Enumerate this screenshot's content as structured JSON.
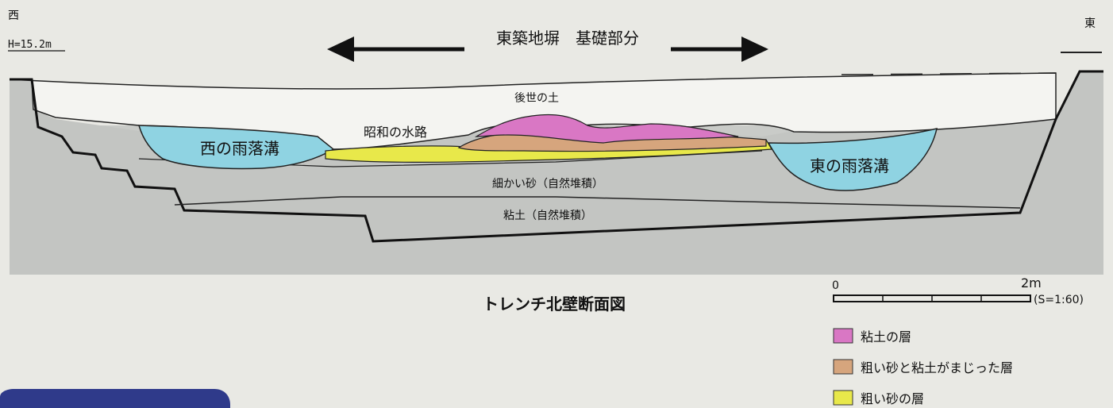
{
  "header": {
    "west_label": "西",
    "east_label": "東",
    "height_label": "H=15.2m",
    "span_label": "東築地塀　基礎部分"
  },
  "layers": {
    "later_soil": "後世の土",
    "showa_channel": "昭和の水路",
    "west_drain": "西の雨落溝",
    "east_drain": "東の雨落溝",
    "fine_sand": "細かい砂（自然堆積）",
    "clay_natural": "粘土（自然堆積）"
  },
  "title": "トレンチ北壁断面図",
  "scale": {
    "start": "0",
    "end": "2m",
    "ratio": "(S=1:60)"
  },
  "legend": [
    {
      "label": "粘土の層",
      "color": "#d977c4"
    },
    {
      "label": "粗い砂と粘土がまじった層",
      "color": "#d6a57d"
    },
    {
      "label": "粗い砂の層",
      "color": "#e8e84a"
    }
  ],
  "colors": {
    "ground_gray": "#c9cbc8",
    "drain_blue": "#8fd3e2",
    "pink": "#d977c4",
    "tan": "#d6a57d",
    "yellow": "#e8e84a"
  }
}
